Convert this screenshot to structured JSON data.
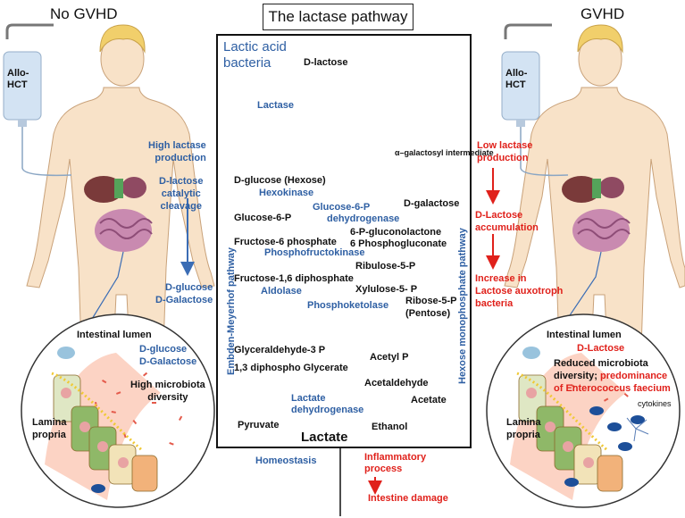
{
  "title": "The lactase pathway",
  "left_panel": {
    "heading": "No GVHD",
    "bag_label": "Allo-\nHCT",
    "arrow_top_line1": "High lactase",
    "arrow_top_line2": "production",
    "cleavage_line1": "D-lactose",
    "cleavage_line2": "catalytic",
    "cleavage_line3": "cleavage",
    "products_line1": "D-glucose",
    "products_line2": "D-Galactose",
    "circle": {
      "lumen": "Intestinal lumen",
      "sugars_line1": "D-glucose",
      "sugars_line2": "D-Galactose",
      "diversity_line1": "High microbiota",
      "diversity_line2": "diversity",
      "lamina_line1": "Lamina",
      "lamina_line2": "propria"
    }
  },
  "right_panel": {
    "heading": "GVHD",
    "bag_label": "Allo-\nHCT",
    "low_line1": "Low lactase",
    "low_line2": "production",
    "accum_line1": "D-Lactose",
    "accum_line2": "accumulation",
    "increase_line1": "Increase in",
    "increase_line2": "Lactose auxotroph",
    "increase_line3": "bacteria",
    "circle": {
      "lumen": "Intestinal lumen",
      "lactose": "D-Lactose",
      "reduced_line1": "Reduced microbiota",
      "reduced_line2a": "diversity;",
      "reduced_line2b": "predominance",
      "reduced_line3": "of Enterococcus faecium",
      "cytokines": "cytokines",
      "lamina_line1": "Lamina",
      "lamina_line2": "propria"
    }
  },
  "pathway": {
    "lab_line1": "Lactic acid",
    "lab_line2": "bacteria",
    "d_lactose": "D-lactose",
    "lactase": "Lactase",
    "galactosyl": "α–galactosyl intermediate",
    "d_glucose": "D-glucose (Hexose)",
    "hexokinase": "Hexokinase",
    "d_galactose": "D-galactose",
    "glucose6p": "Glucose-6-P",
    "g6p_dehydro_line1": "Glucose-6-P",
    "g6p_dehydro_line2": "dehydrogenase",
    "gluconolactone": "6-P-gluconolactone",
    "phosphogluconate": "6 Phosphogluconate",
    "fructose6": "Fructose-6 phosphate",
    "phosphofructokinase": "Phosphofructokinase",
    "ribulose": "Ribulose-5-P",
    "fructose16": "Fructose-1,6 diphosphate",
    "aldolase": "Aldolase",
    "xylulose": "Xylulose-5- P",
    "ribose_line1": "Ribose-5-P",
    "ribose_line2": "(Pentose)",
    "phosphoketolase": "Phosphoketolase",
    "emp": "Embden-Meyerhof pathway",
    "hmp": "Hexose monophosphate pathway",
    "glyceraldehyde": "Glyceraldehyde-3 P",
    "diphosphoglycerate": "1,3 diphospho Glycerate",
    "acetyl": "Acetyl P",
    "acetaldehyde": "Acetaldehyde",
    "acetate": "Acetate",
    "ldh_line1": "Lactate",
    "ldh_line2": "dehydrogenase",
    "pyruvate": "Pyruvate",
    "lactate": "Lactate",
    "ethanol": "Ethanol"
  },
  "bottom": {
    "homeostasis": "Homeostasis",
    "inflam_line1": "Inflammatory",
    "inflam_line2": "process",
    "damage": "Intestine damage"
  },
  "colors": {
    "blue": "#2e5fa3",
    "red": "#e0211b",
    "arrow_blue": "#3b6db5"
  }
}
